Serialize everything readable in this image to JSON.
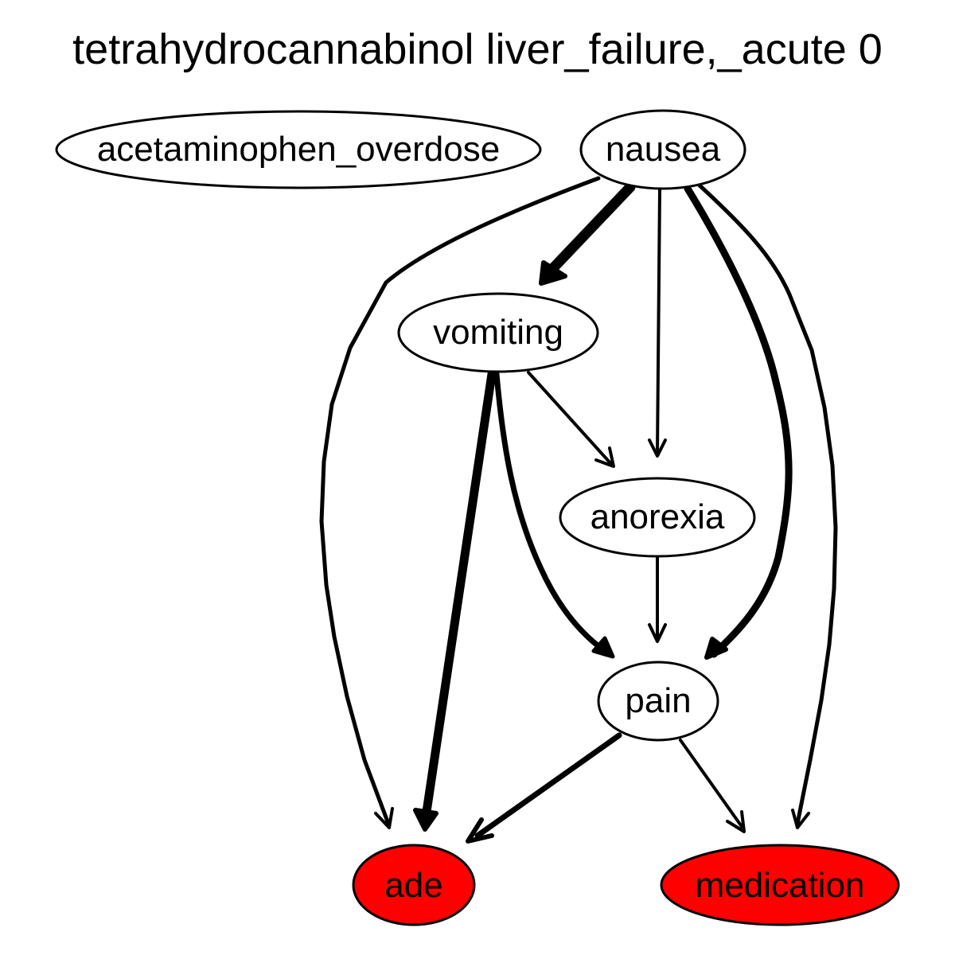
{
  "title": "tetrahydrocannabinol liver_failure,_acute 0",
  "colors": {
    "highlight": "#ff0000",
    "default_fill": "#ffffff",
    "stroke": "#000000"
  },
  "nodes": {
    "acetaminophen_overdose": {
      "label": "acetaminophen_overdose",
      "highlighted": false
    },
    "nausea": {
      "label": "nausea",
      "highlighted": false
    },
    "vomiting": {
      "label": "vomiting",
      "highlighted": false
    },
    "anorexia": {
      "label": "anorexia",
      "highlighted": false
    },
    "pain": {
      "label": "pain",
      "highlighted": false
    },
    "ade": {
      "label": "ade",
      "highlighted": true
    },
    "medication": {
      "label": "medication",
      "highlighted": true
    }
  },
  "edges": [
    {
      "from": "nausea",
      "to": "vomiting",
      "weight": "heavy"
    },
    {
      "from": "nausea",
      "to": "anorexia",
      "weight": "light"
    },
    {
      "from": "nausea",
      "to": "pain",
      "weight": "heavy"
    },
    {
      "from": "nausea",
      "to": "ade",
      "weight": "light"
    },
    {
      "from": "nausea",
      "to": "medication",
      "weight": "light"
    },
    {
      "from": "vomiting",
      "to": "anorexia",
      "weight": "light"
    },
    {
      "from": "vomiting",
      "to": "pain",
      "weight": "medium"
    },
    {
      "from": "vomiting",
      "to": "ade",
      "weight": "heavy"
    },
    {
      "from": "anorexia",
      "to": "pain",
      "weight": "light"
    },
    {
      "from": "pain",
      "to": "ade",
      "weight": "medium"
    },
    {
      "from": "pain",
      "to": "medication",
      "weight": "light"
    }
  ]
}
